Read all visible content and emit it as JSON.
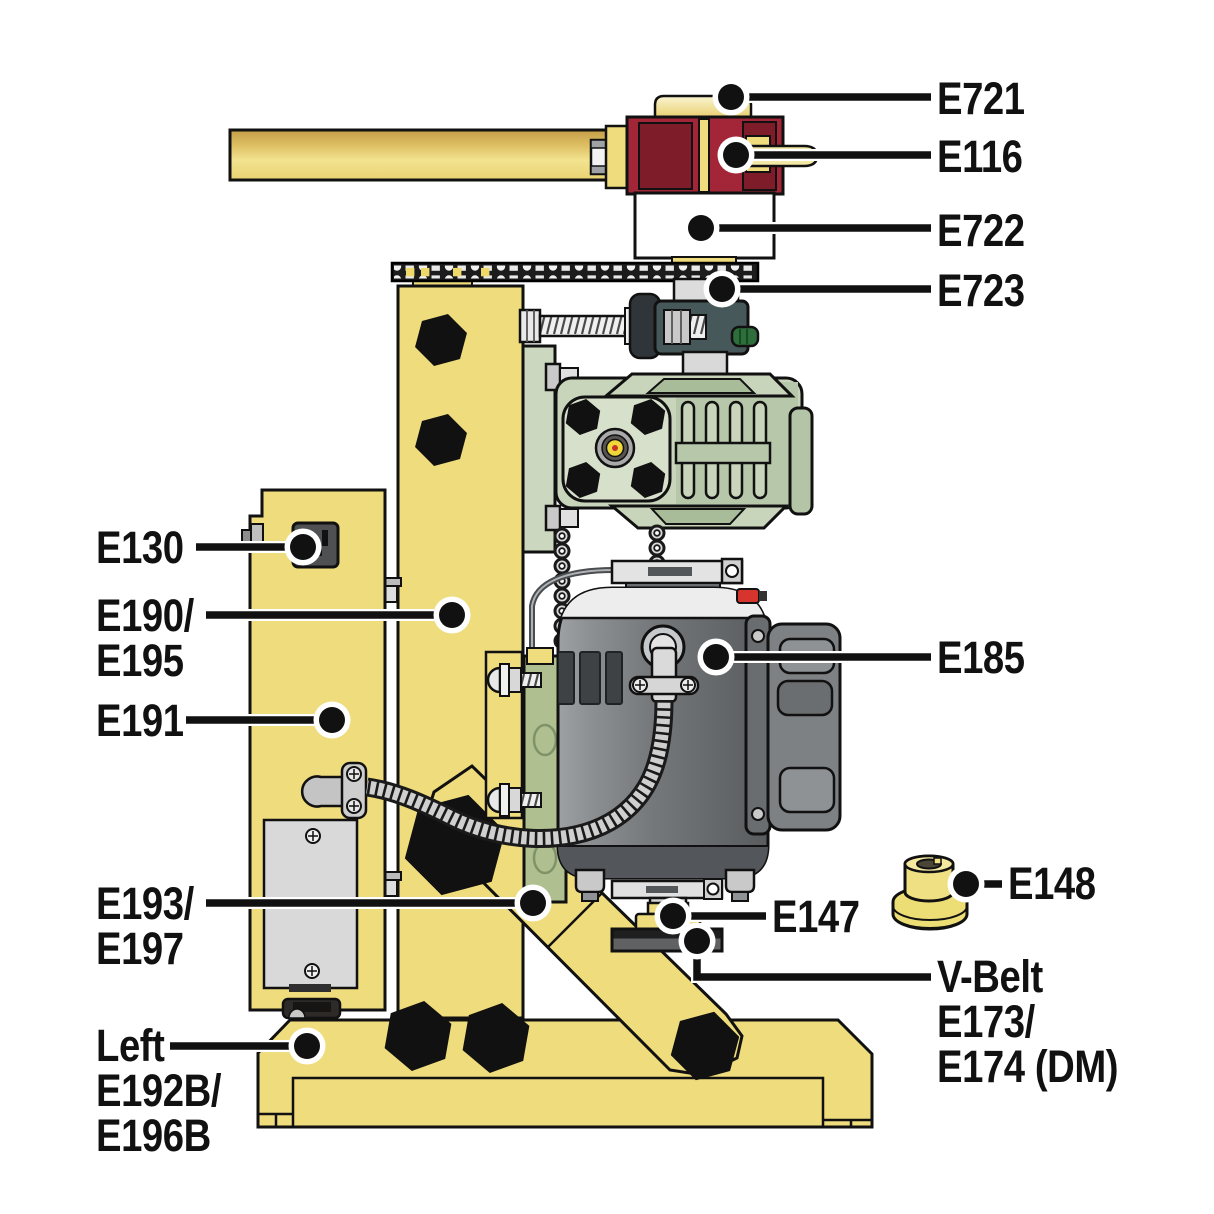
{
  "figure": {
    "kind": "exploded-parts-diagram",
    "background": "#ffffff"
  },
  "labels": {
    "e721": "E721",
    "e116": "E116",
    "e722": "E722",
    "e723": "E723",
    "e185": "E185",
    "e148": "E148",
    "e147": "E147",
    "v_belt": "V-Belt\nE173/\nE174 (DM)",
    "e130": "E130",
    "e190_e195": "E190/\nE195",
    "e191": "E191",
    "e193_e197": "E193/\nE197",
    "left_base": "Left\nE192B/\nE196B"
  },
  "colors": {
    "machine_yellow": "#EFDC7C",
    "housing_red": "#A32638",
    "housing_red_dark": "#7E1C2A",
    "gearbox_green": "#C8D5BB",
    "motor_gray": "#75787B",
    "callout_black": "#111111"
  }
}
